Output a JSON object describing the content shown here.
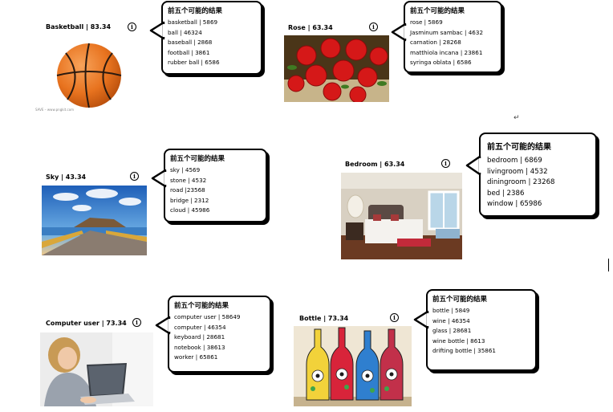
{
  "bubble_heading": "前五个可能的结果",
  "return_mark": "↵",
  "cards": [
    {
      "title": "Basketball | 83.34",
      "results": [
        "basketball | 5869",
        "ball  | 46324",
        "baseball | 2868",
        "football  | 3861",
        "rubber ball  | 6586"
      ],
      "photo_caption": "SAVE – www.pngkit.com"
    },
    {
      "title": "Rose | 63.34",
      "results": [
        "rose | 5869",
        "Jasminum sambac  | 4632",
        "carnation | 28268",
        "matthiola incana  | 23861",
        "syringa oblata  | 6586"
      ]
    },
    {
      "title": "Sky | 43.34",
      "results": [
        "sky | 4569",
        "stone | 4532",
        "road |23568",
        "bridge | 2312",
        "cloud | 45986"
      ]
    },
    {
      "title": "Bedroom | 63.34",
      "results": [
        "bedroom | 6869",
        "livingroom | 4532",
        "diningroom | 23268",
        "bed | 2386",
        "window | 65986"
      ]
    },
    {
      "title": "Computer user | 73.34",
      "results": [
        "computer user | 58649",
        "computer  | 46354",
        "keyboard | 28681",
        "notebook  | 38613",
        "worker | 65861"
      ]
    },
    {
      "title": "Bottle | 73.34",
      "results": [
        "bottle  | 5849",
        "wine  | 46354",
        "glass | 28681",
        "wine bottle  | 8613",
        "drifting bottle | 35861"
      ]
    }
  ]
}
